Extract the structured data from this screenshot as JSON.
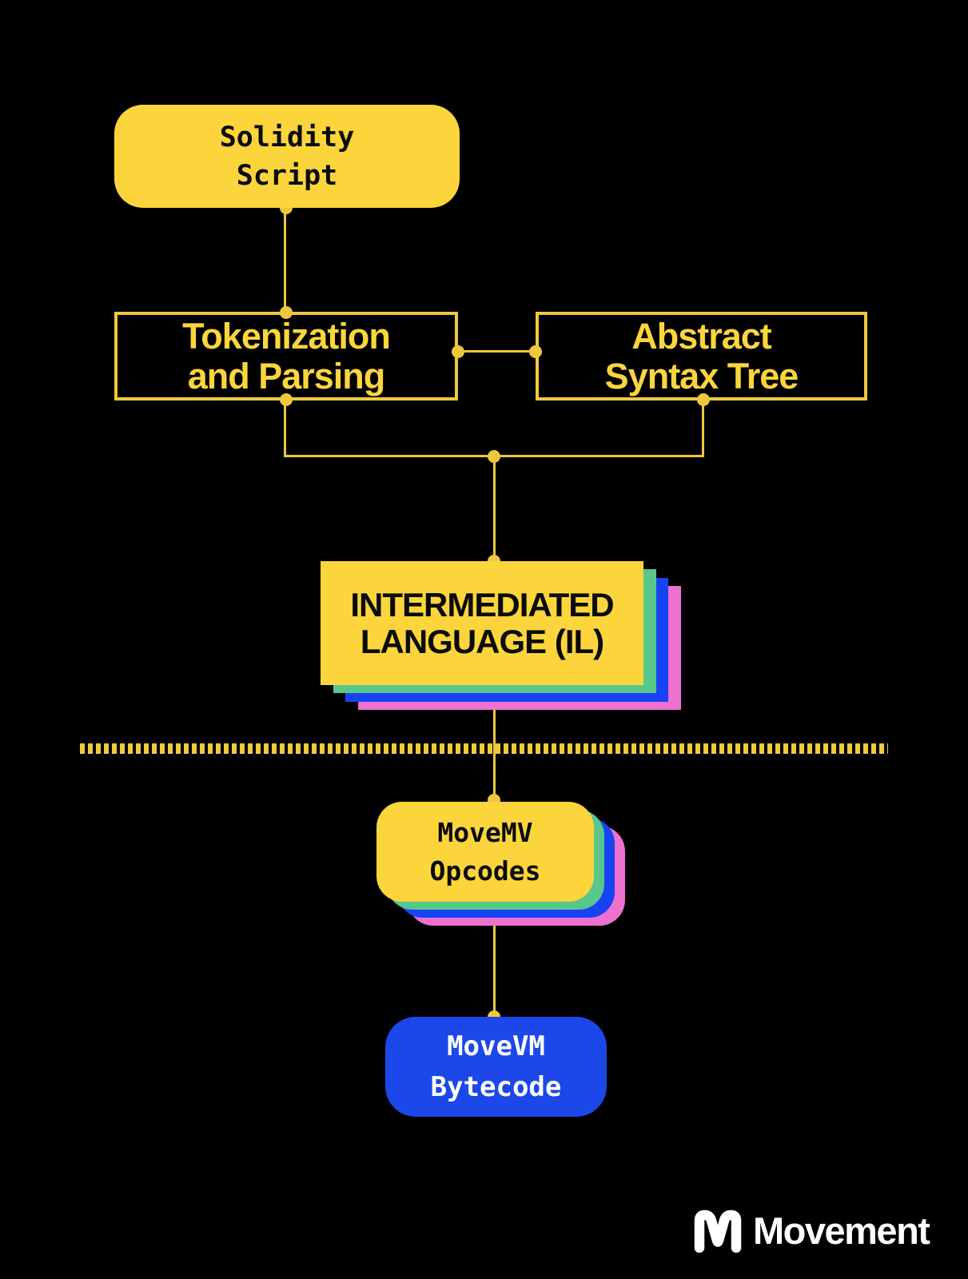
{
  "nodes": {
    "solidity_script": {
      "lines": [
        "Solidity",
        "Script"
      ]
    },
    "tokenization": {
      "lines": [
        "Tokenization",
        "and Parsing"
      ]
    },
    "abstract_syntax_tree": {
      "lines": [
        "Abstract",
        "Syntax Tree"
      ]
    },
    "intermediated_language": {
      "lines": [
        "INTERMEDIATED",
        "LANGUAGE (IL)"
      ]
    },
    "movemv_opcodes": {
      "lines": [
        "MoveMV",
        "Opcodes"
      ]
    },
    "movevm_bytecode": {
      "lines": [
        "MoveVM",
        "Bytecode"
      ]
    }
  },
  "footer": {
    "brand_name": "Movement",
    "logo_icon": "movement-m-logo-icon"
  },
  "colors": {
    "background": "#000000",
    "yellow_fill": "#fcd53d",
    "connector_gold": "#eec73d",
    "layer_green": "#57c78c",
    "layer_blue": "#1743f2",
    "layer_pink": "#ee70cf",
    "bytecode_blue": "#1c48e9",
    "text_dark": "#0b0b0b",
    "text_white": "#ffffff"
  }
}
